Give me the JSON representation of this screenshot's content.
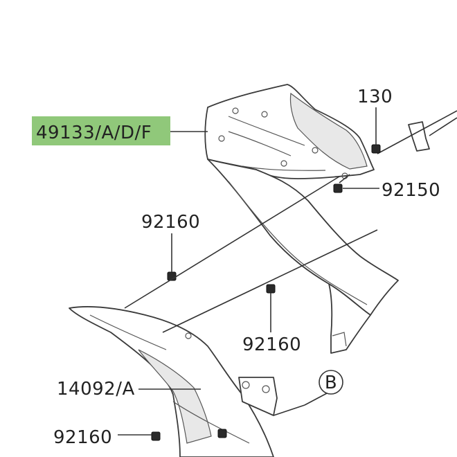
{
  "colors": {
    "highlight": "#90c87a",
    "ink": "#222222",
    "background": "#ffffff"
  },
  "labels": {
    "main_part": "49133/A/D/F",
    "bolt_top": "130",
    "nut_right": "92150",
    "clip_left": "92160",
    "clip_middle": "92160",
    "lower_cowl": "14092/A",
    "clip_bottom": "92160",
    "ref_marker": "B"
  }
}
